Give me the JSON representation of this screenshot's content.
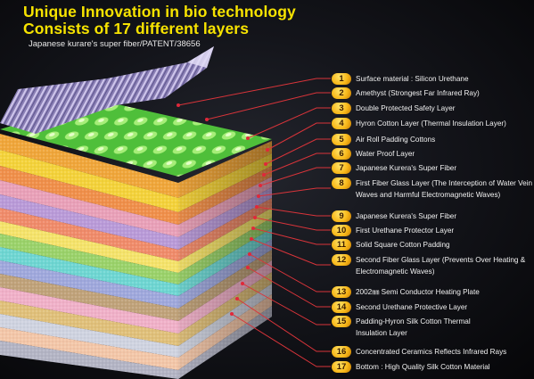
{
  "header": {
    "title_line1": "Unique Innovation in bio technology",
    "title_line2": "Consists of 17 different layers",
    "subtitle": "Japanese kurare's super fiber/PATENT/38656"
  },
  "colors": {
    "title": "#f7e300",
    "badge": "#f8b81a",
    "label_text": "#f2f2f2",
    "leader_line": "#d9343a"
  },
  "layers": [
    {
      "number": "1",
      "name": "Surface material : Silicon Urethane"
    },
    {
      "number": "2",
      "name": "Amethyst (Strongest Far Infrared Ray)"
    },
    {
      "number": "3",
      "name": "Double Protected Safety Layer"
    },
    {
      "number": "4",
      "name": "Hyron Cotton Layer (Thermal Insulation Layer)"
    },
    {
      "number": "5",
      "name": "Air Roll Padding Cottons"
    },
    {
      "number": "6",
      "name": "Water Proof Layer"
    },
    {
      "number": "7",
      "name": "Japanese Kurera's Super Fiber"
    },
    {
      "number": "8",
      "name": "First Fiber Glass Layer (The Interception of Water Vein Waves and Harmful Electromagnetic Waves)"
    },
    {
      "number": "9",
      "name": "Japanese Kurera's Super Fiber"
    },
    {
      "number": "10",
      "name": "First Urethane Protector Layer"
    },
    {
      "number": "11",
      "name": "Solid Square Cotton Padding"
    },
    {
      "number": "12",
      "name": "Second Fiber Glass Layer (Prevents Over Heating & Electromagnetic Waves)"
    },
    {
      "number": "13",
      "name": "2002㎜ Semi Conductor Heating Plate"
    },
    {
      "number": "14",
      "name": "Second Urethane Protective Layer"
    },
    {
      "number": "15",
      "name": "Padding-Hyron Silk Cotton Thermal Insulation Layer"
    },
    {
      "number": "16",
      "name": "Concentrated Ceramics Reflects Infrared Rays"
    },
    {
      "number": "17",
      "name": "Bottom : High Quality Silk Cotton Material"
    }
  ]
}
